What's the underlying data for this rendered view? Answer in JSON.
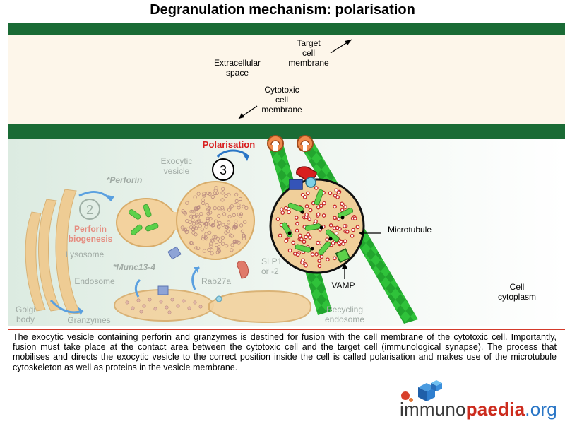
{
  "title": "Degranulation mechanism: polarisation",
  "labels": {
    "target_cell_membrane": [
      "Target",
      "cell",
      "membrane"
    ],
    "extracellular_space": [
      "Extracellular",
      "space"
    ],
    "cytotoxic_cell_membrane": [
      "Cytotoxic",
      "cell",
      "membrane"
    ],
    "polarisation": "Polarisation",
    "step3": "3",
    "step2": "2",
    "perforin_biogenesis": [
      "Perforin",
      "biogenesis"
    ],
    "perforin": "*Perforin",
    "exocytic_vesicle": [
      "Exocytic",
      "vesicle"
    ],
    "lysosome": "Lysosome",
    "munc13_4": "*Munc13-4",
    "endosome": "Endosome",
    "golgi_body": [
      "Golgi",
      "body"
    ],
    "granzymes": "Granzymes",
    "rab27a": "Rab27a",
    "slp": [
      "SLP1",
      "or -2"
    ],
    "recycling_endosome": [
      "Recycling",
      "endosome"
    ],
    "microtubule": "Microtubule",
    "vamp": "VAMP",
    "cell_cytoplasm": [
      "Cell",
      "cytoplasm"
    ]
  },
  "description": "The exocytic vesicle containing perforin and granzymes is destined for fusion with the cell membrane of the cytotoxic cell. Importantly, fusion must take place at the contact area between the cytotoxic cell and the target cell (immunological synapse). The process that mobilises and directs the exocytic vesicle to the correct position inside the cell is called polarisation and makes use of the microtubule cytoskeleton as well as proteins in the vesicle membrane.",
  "logo": {
    "part1": "immuno",
    "part2": "paedia",
    "part3": ".org"
  },
  "colors": {
    "membrane": "#1a6b35",
    "extracellular": "#fdf6ea",
    "cytoplasm": "#e6f1ea",
    "microtubule": "#2fc23a",
    "vesicle": "#f3d29e",
    "perforin": "#5cd14a",
    "granzyme": "#c62828",
    "accent_red": "#d81f1f",
    "logo_blue": "#2b3e8f"
  }
}
